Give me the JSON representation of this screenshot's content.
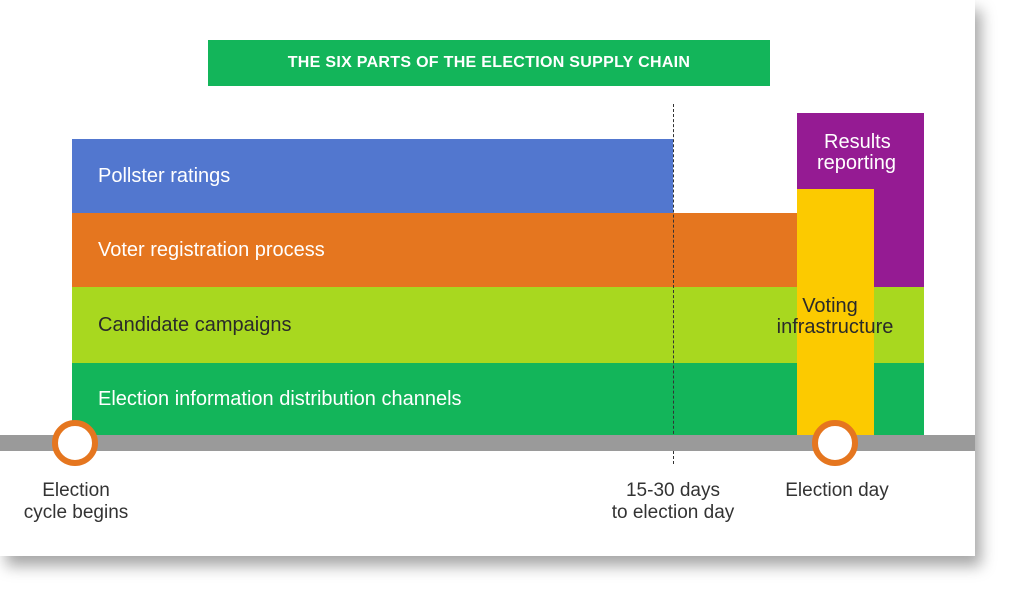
{
  "title": "THE SIX PARTS OF THE ELECTION SUPPLY CHAIN",
  "bands": {
    "pollster": "Pollster ratings",
    "registration": "Voter registration process",
    "campaigns": "Candidate campaigns",
    "info": "Election information distribution channels"
  },
  "results": {
    "line1": "Results",
    "line2": "reporting"
  },
  "voting": {
    "line1": "Voting",
    "line2": "infrastructure"
  },
  "timeline": {
    "start": {
      "line1": "Election",
      "line2": "cycle begins"
    },
    "mid": {
      "line1": "15-30 days",
      "line2": "to election day"
    },
    "end": "Election day"
  },
  "colors": {
    "title_bg": "#13b55a",
    "pollster": "#5277cf",
    "registration": "#e5761f",
    "campaigns": "#a8d81f",
    "info": "#13b55a",
    "results": "#951b93",
    "voting": "#fcca00",
    "marker": "#e5761f",
    "timeline": "#9a9a9a"
  }
}
